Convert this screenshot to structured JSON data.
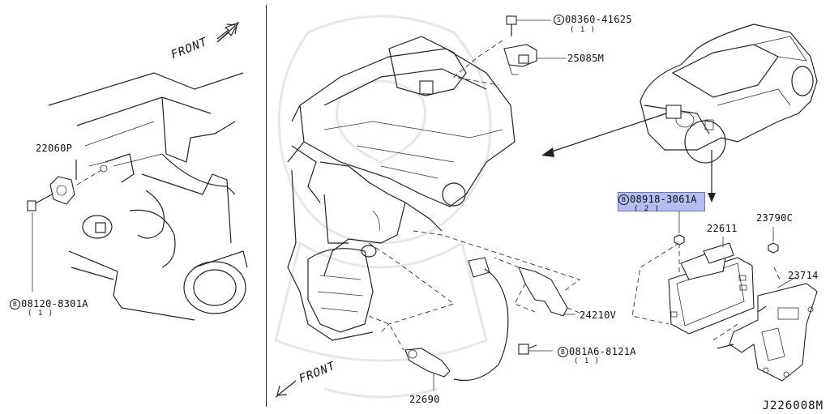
{
  "diagram_ref": "J226008M",
  "front_labels": {
    "left": "FRONT",
    "right": "FRONT"
  },
  "parts": {
    "p22060p": "22060P",
    "p25085m": "25085M",
    "p22611": "22611",
    "p23790c": "23790C",
    "p23714": "23714",
    "p24210v": "24210V",
    "p22690": "22690"
  },
  "fasteners": {
    "f1": {
      "badge": "B",
      "code": "08120-8301A",
      "qty": "( 1 )"
    },
    "f2": {
      "badge": "S",
      "code": "08360-41625",
      "qty": "( 1 )"
    },
    "f3": {
      "badge": "B",
      "code": "08918-3061A",
      "qty": "( 2 )"
    },
    "f4": {
      "badge": "B",
      "code": "081A6-8121A",
      "qty": "( 1 )"
    }
  },
  "highlight_color": "#b3bdf0"
}
